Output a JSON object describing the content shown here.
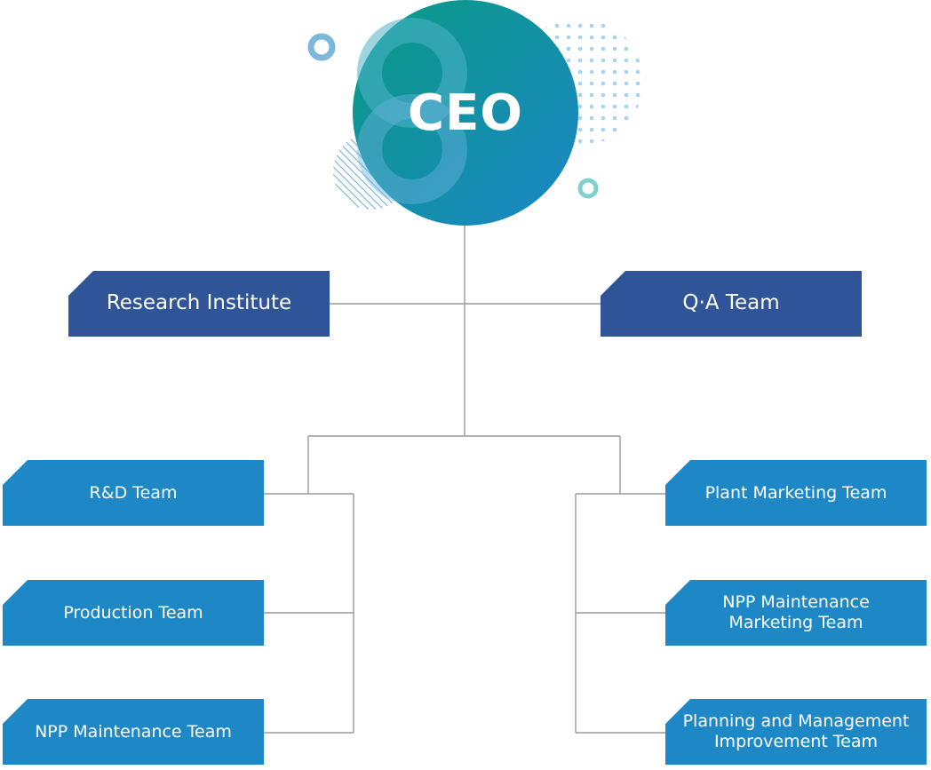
{
  "colors": {
    "dept_box": "#2f5497",
    "team_box": "#1e88c6",
    "connector": "#9a9a9a",
    "ceo_gradient_start": "#0a9b82",
    "ceo_gradient_end": "#1b86c8",
    "accent_light_blue": "#7ab8dc",
    "accent_teal": "#82cfd0"
  },
  "ceo": {
    "label": "CEO",
    "icon": "ceo-circle-icon"
  },
  "departments": {
    "research_institute": "Research Institute",
    "qa_team": "Q·A Team"
  },
  "left_teams": [
    "R&D Team",
    "Production Team",
    "NPP Maintenance Team"
  ],
  "right_teams": [
    "Plant Marketing Team",
    "NPP Maintenance\nMarketing Team",
    "Planning and Management\nImprovement Team"
  ]
}
